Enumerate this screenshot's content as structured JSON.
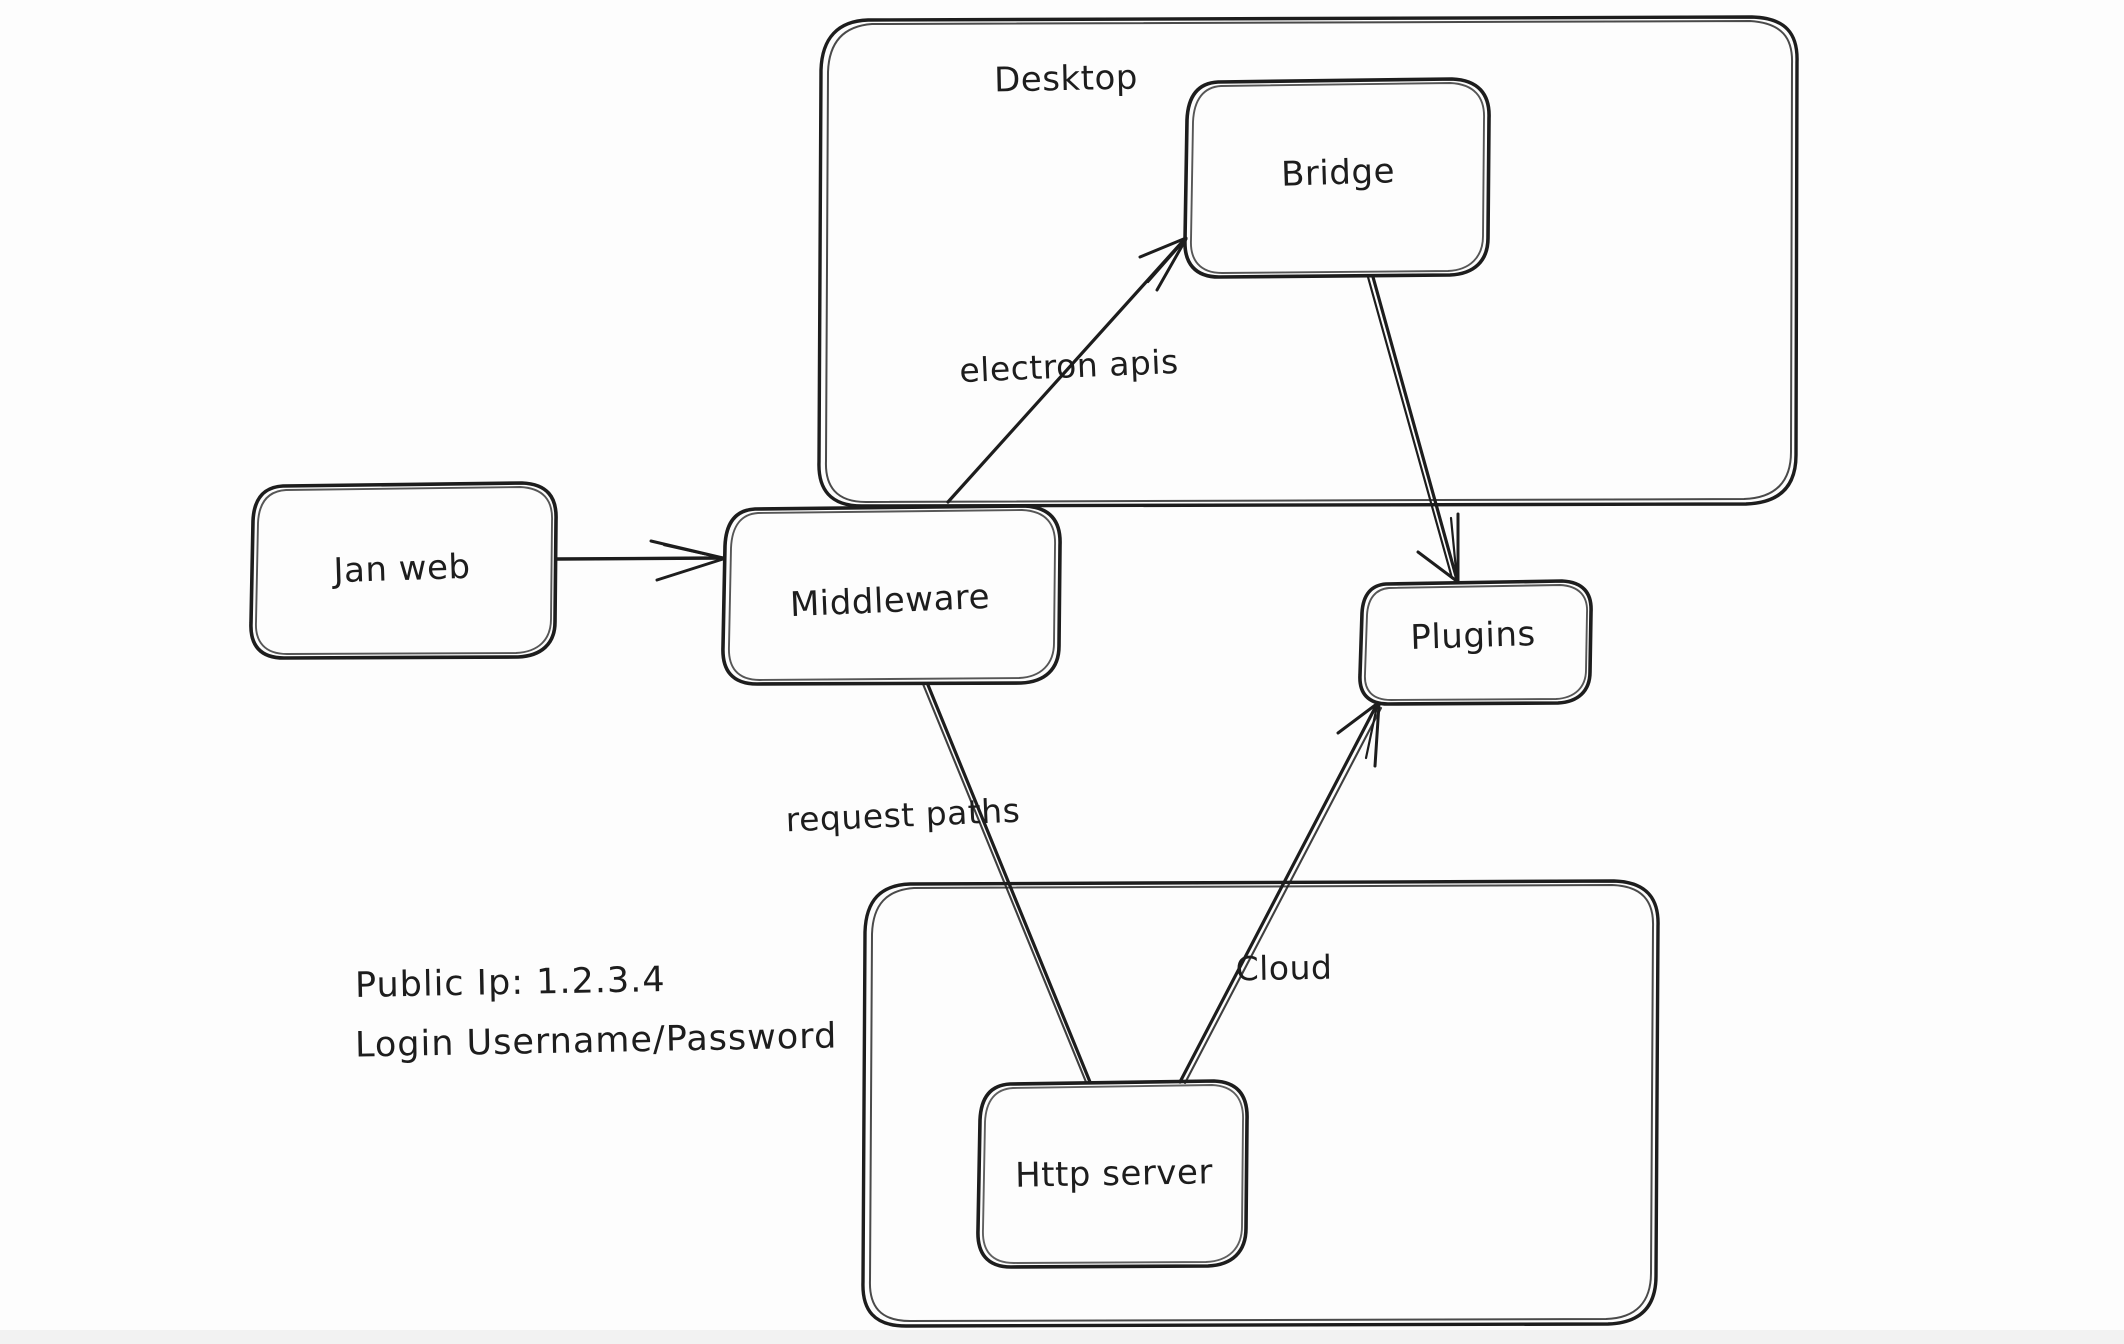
{
  "diagram": {
    "title": "Jan architecture hand-drawn diagram",
    "style": "hand-drawn whiteboard sketch",
    "stroke_color": "#1d1d1d",
    "background_color": "#ffffff"
  },
  "groups": [
    {
      "id": "desktop",
      "label": "Desktop"
    },
    {
      "id": "cloud-group",
      "label": ""
    }
  ],
  "nodes": [
    {
      "id": "jan-web",
      "label": "Jan web"
    },
    {
      "id": "middleware",
      "label": "Middleware"
    },
    {
      "id": "bridge",
      "label": "Bridge"
    },
    {
      "id": "plugins",
      "label": "Plugins"
    },
    {
      "id": "http-server",
      "label": "Http server"
    }
  ],
  "edges": [
    {
      "id": "jan-to-middleware",
      "from": "Jan web",
      "to": "Middleware",
      "label": ""
    },
    {
      "id": "middleware-to-bridge",
      "from": "Middleware",
      "to": "Bridge",
      "label": "electron apis"
    },
    {
      "id": "bridge-to-plugins",
      "from": "Bridge",
      "to": "Plugins",
      "label": ""
    },
    {
      "id": "middleware-to-http",
      "from": "Middleware",
      "to": "Http server",
      "label": "request paths"
    },
    {
      "id": "http-to-plugins",
      "from": "Http server",
      "to": "Plugins",
      "label": "Cloud"
    }
  ],
  "notes": {
    "public_ip": "Public Ip: 1.2.3.4",
    "login": "Login Username/Password"
  }
}
